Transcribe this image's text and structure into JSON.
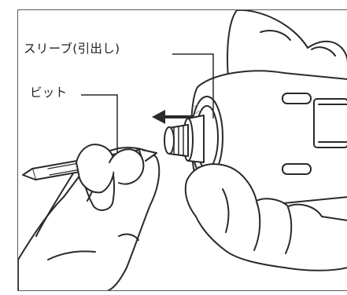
{
  "labels": {
    "sleeve": "スリーブ(引出し)",
    "bit": "ビット"
  },
  "colors": {
    "line": "#2a2a2a",
    "frame": "#5a5a5a",
    "fill": "#ffffff",
    "hatch": "#8a8a8a"
  },
  "arrow_direction": "left"
}
